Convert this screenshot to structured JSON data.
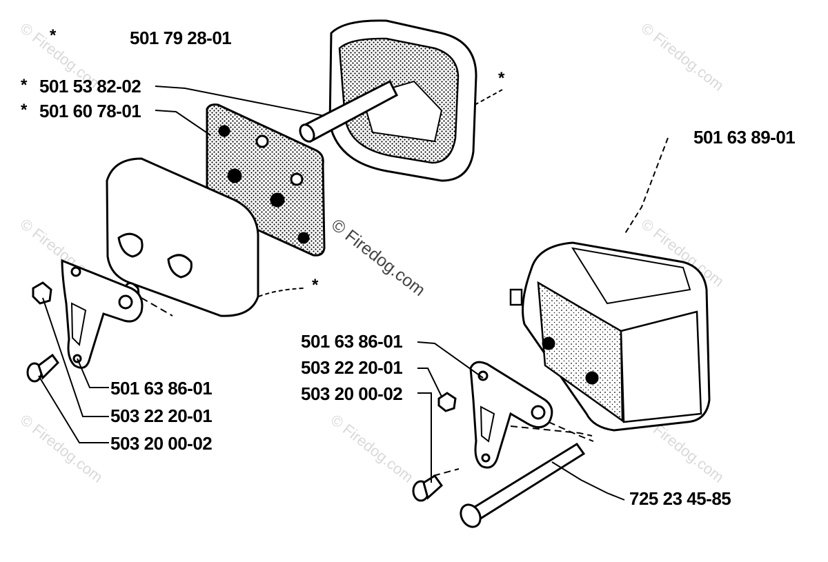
{
  "watermark": "© Firedog.com",
  "labels": {
    "top_left_part": "501 79 28-01",
    "tube_part": "501 53 82-02",
    "gasket_part": "501 60 78-01",
    "muffler_right_part": "501 63 89-01",
    "left_plate_part": "501 63 86-01",
    "left_nut_part": "503 22 20-01",
    "left_screw_part": "503 20 00-02",
    "right_plate_part": "501 63 86-01",
    "right_nut_part": "503 22 20-01",
    "right_screw_part": "503 20 00-02",
    "bolt_part": "725 23 45-85"
  },
  "asterisk": "*"
}
